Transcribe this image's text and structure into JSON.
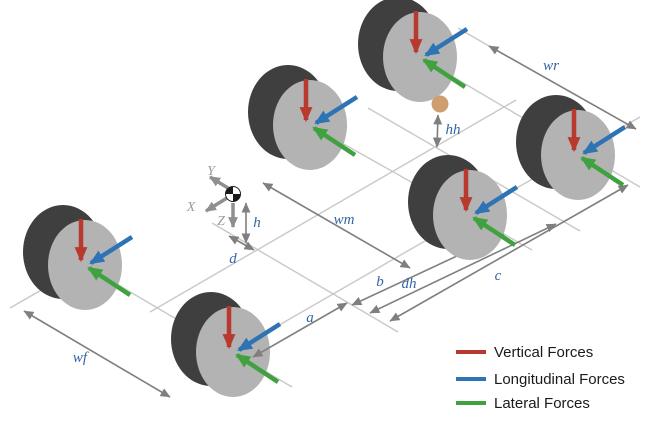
{
  "figure": {
    "type": "three-axle-vehicle-forces-diagram",
    "labels": {
      "wf": "wf",
      "wm": "wm",
      "wr": "wr",
      "a": "a",
      "b": "b",
      "c": "c",
      "d": "d",
      "h": "h",
      "dh": "dh",
      "hh": "hh"
    },
    "axes": {
      "x": "X",
      "y": "Y",
      "z": "Z"
    },
    "legend": [
      {
        "label": "Vertical Forces",
        "color": "#b8392e"
      },
      {
        "label": "Longitudinal Forces",
        "color": "#2e74b5"
      },
      {
        "label": "Lateral Forces",
        "color": "#3fa23f"
      }
    ],
    "colors": {
      "vertical_force": "#b8392e",
      "longitudinal_force": "#2e74b5",
      "lateral_force": "#3fa23f",
      "dimension_lines": "#7f7f7f",
      "grid_lines": "#c8c8c8",
      "wheel_face": "#b3b3b3",
      "wheel_tire": "#3f3f3f",
      "hitch_ball": "#cf9e6e",
      "label_text": "#3465a4",
      "axis_text": "#9b9b9b"
    }
  }
}
